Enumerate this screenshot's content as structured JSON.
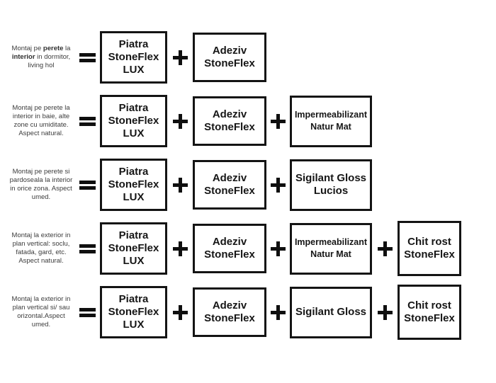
{
  "colors": {
    "background": "#ffffff",
    "box_border": "#141414",
    "box_text": "#161616",
    "label_text": "#3c3c3c",
    "operator": "#0f0f0f"
  },
  "operators": {
    "equals": "=",
    "plus": "+"
  },
  "products": {
    "piatra": {
      "name": "Piatra StoneFlex LUX",
      "lines": [
        "Piatra",
        "StoneFlex",
        "LUX"
      ]
    },
    "adeziv": {
      "name": "Adeziv StoneFlex",
      "lines": [
        "Adeziv",
        "StoneFlex"
      ]
    },
    "impermeabilizant": {
      "name": "Impermeabilizant Natur Mat",
      "lines": [
        "Impermeabilizant",
        "Natur Mat"
      ]
    },
    "sigilant_lucios": {
      "name": "Sigilant Gloss Lucios",
      "lines": [
        "Sigilant Gloss",
        "Lucios"
      ]
    },
    "sigilant": {
      "name": "Sigilant Gloss",
      "lines": [
        "Sigilant Gloss"
      ]
    },
    "chit": {
      "name": "Chit rost StoneFlex",
      "lines": [
        "Chit rost",
        "StoneFlex"
      ]
    }
  },
  "rows": [
    {
      "label_segments": [
        {
          "text": "Montaj pe ",
          "bold": false
        },
        {
          "text": "perete",
          "bold": true
        },
        {
          "text": " la ",
          "bold": false
        },
        {
          "text": "interior",
          "bold": true
        },
        {
          "text": " in dormitor, living hol",
          "bold": false
        }
      ],
      "products": [
        "piatra",
        "adeziv"
      ]
    },
    {
      "label_segments": [
        {
          "text": "Montaj pe perete la interior in baie, alte zone cu umiditate. Aspect natural.",
          "bold": false
        }
      ],
      "products": [
        "piatra",
        "adeziv",
        "impermeabilizant"
      ]
    },
    {
      "label_segments": [
        {
          "text": "Montaj pe perete si pardoseala la interior in orice zona. Aspect umed.",
          "bold": false
        }
      ],
      "products": [
        "piatra",
        "adeziv",
        "sigilant_lucios"
      ]
    },
    {
      "label_segments": [
        {
          "text": "Montaj la exterior in plan vertical: soclu, fatada, gard, etc. Aspect natural.",
          "bold": false
        }
      ],
      "products": [
        "piatra",
        "adeziv",
        "impermeabilizant",
        "chit"
      ]
    },
    {
      "label_segments": [
        {
          "text": "Montaj la exterior in plan vertical si/ sau orizontal.Aspect umed.",
          "bold": false
        }
      ],
      "products": [
        "piatra",
        "adeziv",
        "sigilant",
        "chit"
      ]
    }
  ]
}
